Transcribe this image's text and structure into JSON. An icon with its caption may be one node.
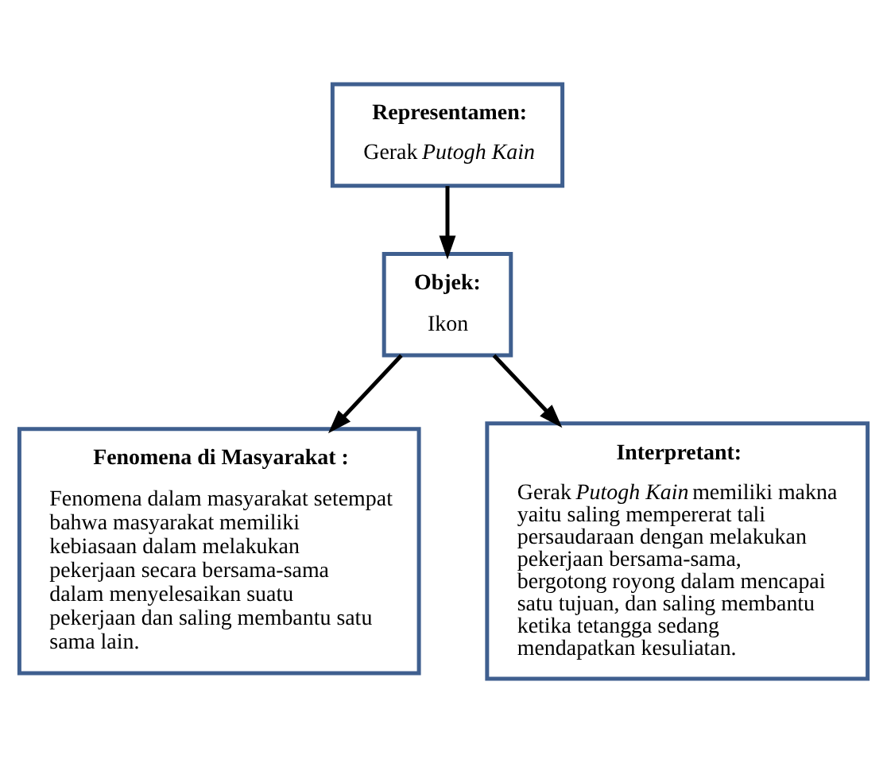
{
  "diagram": {
    "nodes": [
      {
        "text": [
          "Representamen:",
          "Gerak *Putogh Kain*"
        ]
      },
      {
        "text": [
          "Objek:",
          "Ikon"
        ]
      },
      {
        "text": [
          "Fenomena di Masyarakat :",
          "Fenomena dalam masyarakat setempat bahwa masyarakat memiliki kebiasaan dalam melakukan pekerjaan secara bersama-sama dalam menyelesaikan suatu pekerjaan dan saling membantu satu sama lain."
        ]
      },
      {
        "text": [
          "Interpretant:",
          "Gerak *Putogh Kain* memiliki makna yaitu saling mempererat tali persaudaraan dengan melakukan pekerjaan bersama-sama, bergotong royong dalam mencapai satu tujuan, dan saling membantu ketika tetangga sedang mendapatkan kesuliatan."
        ]
      }
    ],
    "edges": [
      {
        "from": 0,
        "to": 1,
        "arrow": "to"
      },
      {
        "from": 1,
        "to": 2,
        "arrow": "to"
      },
      {
        "from": 1,
        "to": 3,
        "arrow": "to"
      }
    ]
  }
}
